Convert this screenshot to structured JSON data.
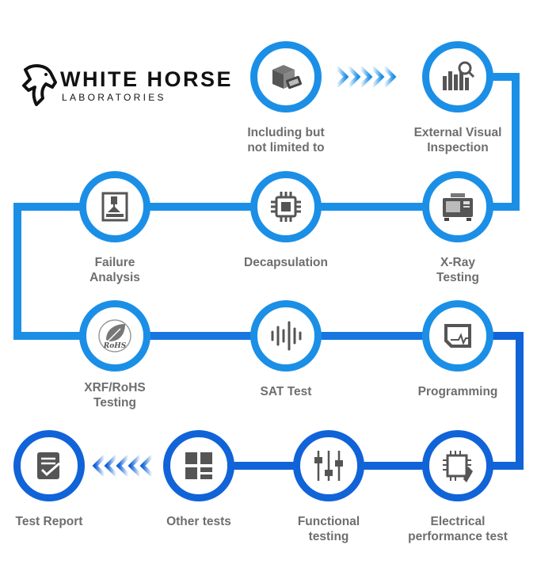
{
  "brand": {
    "name": "WHITE HORSE",
    "subtitle": "LABORATORIES"
  },
  "colors": {
    "light_blue": "#1b8fe6",
    "dark_blue": "#1163d8",
    "icon_gray": "#555555",
    "label_gray": "#6e6e6e"
  },
  "steps": [
    {
      "label": "Including but\nnot limited to",
      "icon": "components-icon"
    },
    {
      "label": "External Visual\nInspection",
      "icon": "inspection-icon"
    },
    {
      "label": "X-Ray\nTesting",
      "icon": "xray-machine-icon"
    },
    {
      "label": "Decapsulation",
      "icon": "chip-icon"
    },
    {
      "label": "Failure\nAnalysis",
      "icon": "microscope-icon"
    },
    {
      "label": "XRF/RoHS\nTesting",
      "icon": "rohs-leaf-icon",
      "icon_text": "RoHS"
    },
    {
      "label": "SAT Test",
      "icon": "sound-wave-icon"
    },
    {
      "label": "Programming",
      "icon": "programming-icon"
    },
    {
      "label": "Electrical\nperformance test",
      "icon": "electrical-chip-icon"
    },
    {
      "label": "Functional\ntesting",
      "icon": "sliders-icon"
    },
    {
      "label": "Other tests",
      "icon": "grid-icon"
    },
    {
      "label": "Test Report",
      "icon": "report-icon"
    }
  ]
}
